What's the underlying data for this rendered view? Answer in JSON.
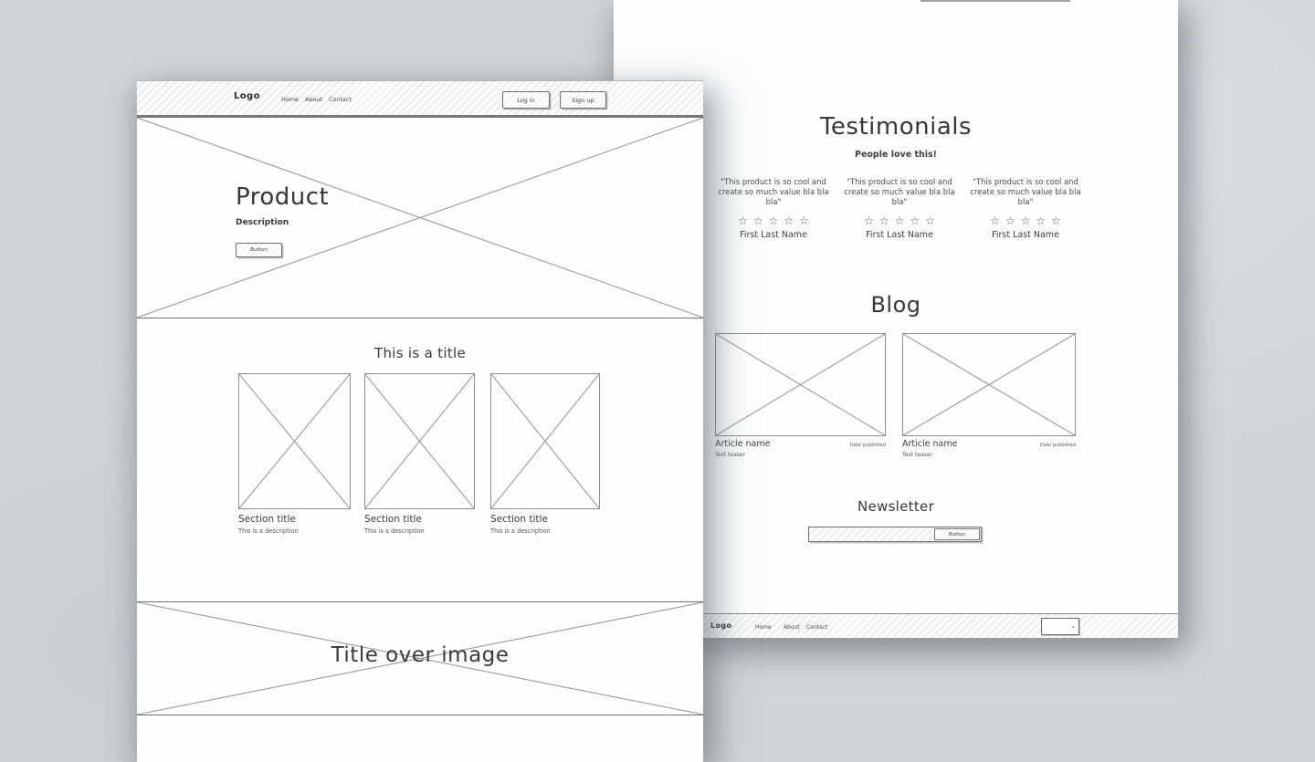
{
  "colors": {
    "background": "#d2d4d5",
    "sheet": "#fdfdfd",
    "ink": "#3e3e3e",
    "sketch_line": "#8d8d8d"
  },
  "left_page": {
    "header": {
      "logo": "Logo",
      "nav": [
        {
          "label": "Home"
        },
        {
          "label": "About"
        },
        {
          "label": "Contact"
        }
      ],
      "login_button": "Log in",
      "signup_button": "Sign up"
    },
    "hero": {
      "title": "Product",
      "description": "Description",
      "button": "Button"
    },
    "features": {
      "section_heading": "This is a title",
      "cards": [
        {
          "title": "Section title",
          "description": "This is a description"
        },
        {
          "title": "Section title",
          "description": "This is a description"
        },
        {
          "title": "Section title",
          "description": "This is a description"
        }
      ]
    },
    "banner": {
      "title": "Title over image"
    }
  },
  "right_page": {
    "testimonials": {
      "heading": "Testimonials",
      "subheading": "People love this!",
      "star_icon": "☆",
      "items": [
        {
          "quote": "\"This product is so cool and create so much value bla bla bla\"",
          "name": "First Last Name"
        },
        {
          "quote": "\"This product is so cool and create so much value bla bla bla\"",
          "name": "First Last Name"
        },
        {
          "quote": "\"This product is so cool and create so much value bla bla bla\"",
          "name": "First Last Name"
        }
      ]
    },
    "blog": {
      "heading": "Blog",
      "articles": [
        {
          "title": "Article name",
          "date": "Date published",
          "teaser": "Text teaser"
        },
        {
          "title": "Article name",
          "date": "Date published",
          "teaser": "Text teaser"
        }
      ]
    },
    "newsletter": {
      "heading": "Newsletter",
      "button": "Button"
    },
    "footer": {
      "logo": "Logo",
      "nav": [
        {
          "label": "Home"
        },
        {
          "label": "About"
        },
        {
          "label": "Contact"
        }
      ],
      "dropdown_chevron": "⌄"
    }
  }
}
